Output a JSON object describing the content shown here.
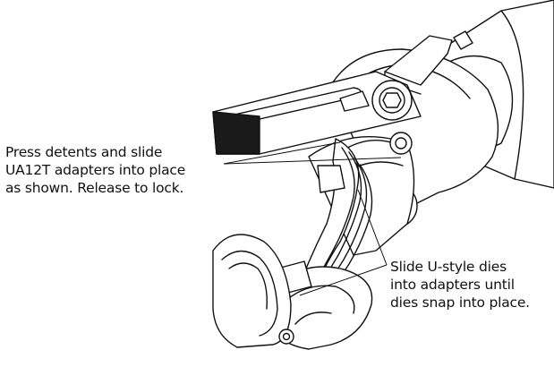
{
  "callouts": {
    "left": {
      "lines": [
        "Press detents and slide",
        "UA12T adapters into place",
        "as shown. Release to lock."
      ]
    },
    "right": {
      "lines": [
        "Slide U-style dies",
        "into adapters until",
        "dies snap into place."
      ]
    }
  },
  "colors": {
    "ink": "#111111",
    "fill": "#ffffff",
    "handle_face": "#1a1a1a"
  }
}
